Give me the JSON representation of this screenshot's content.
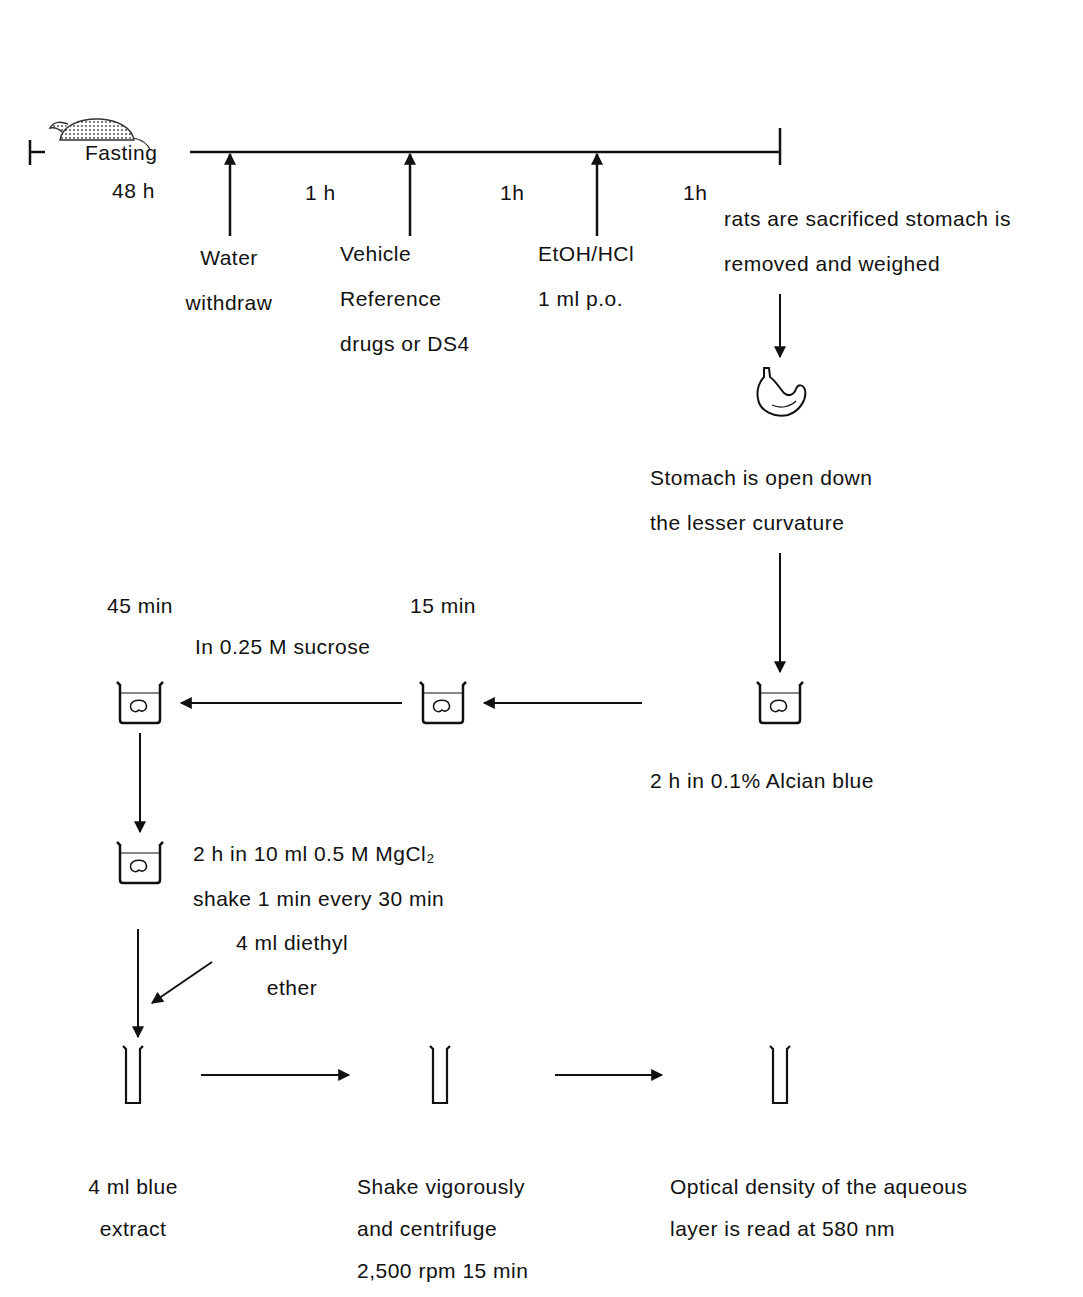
{
  "diagram": {
    "nodes": [
      {
        "text": [
          "rats are sacrificed stomach is removed and weighed"
        ]
      },
      {
        "text": [
          "Stomach is open down the lesser curvature"
        ]
      },
      {
        "text": [
          "2 h in 0.1% Alcian blue"
        ]
      },
      {
        "text": [
          "15 min"
        ]
      },
      {
        "text": [
          "45 min"
        ]
      },
      {
        "text": [
          "2 h in 10 ml 0.5 M MgCl₂ shake 1 min every 30 min"
        ]
      },
      {
        "text": [
          "4 ml blue extract"
        ]
      },
      {
        "text": [
          "Shake vigorously and centrifuge 2,500 rpm 15 min"
        ]
      },
      {
        "text": [
          "Optical density of the aqueous layer is read at 580 nm"
        ]
      }
    ],
    "edges": [
      {
        "from": 0,
        "to": 1,
        "arrow": "to"
      },
      {
        "from": 1,
        "to": 2,
        "arrow": "to"
      },
      {
        "from": 2,
        "to": 3,
        "arrow": "to"
      },
      {
        "from": 3,
        "to": 4,
        "arrow": "to"
      },
      {
        "from": 4,
        "to": 5,
        "arrow": "to"
      },
      {
        "from": 5,
        "to": 6,
        "arrow": "to"
      },
      {
        "from": 6,
        "to": 7,
        "arrow": "to"
      },
      {
        "from": 7,
        "to": 8,
        "arrow": "to"
      }
    ],
    "labels": [
      "Fasting",
      "48 h",
      "1 h",
      "1h",
      "1h",
      "Water withdraw",
      "Vehicle Reference drugs or DS4",
      "EtOH/HCl 1 ml p.o.",
      "In 0.25 M sucrose",
      "4 ml diethyl ether"
    ]
  }
}
